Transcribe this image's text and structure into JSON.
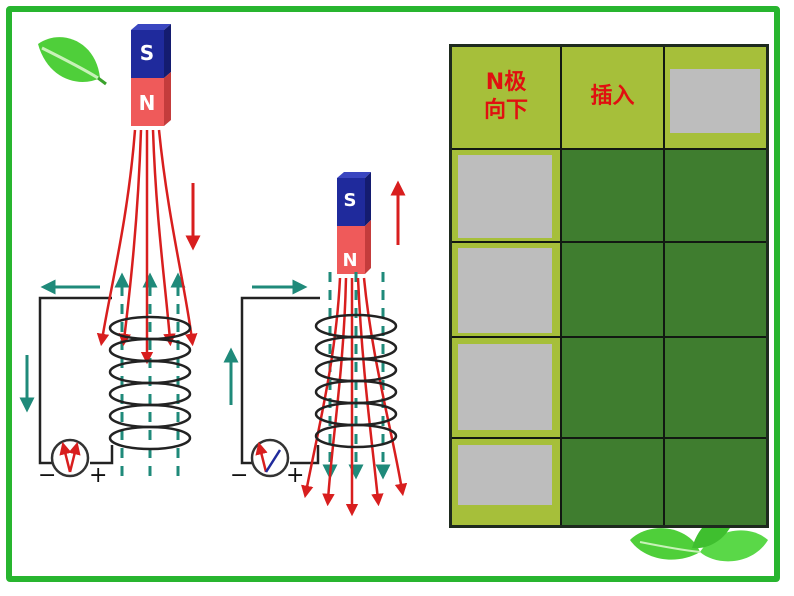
{
  "magnet_left": {
    "top_pole": "S",
    "bottom_pole": "N"
  },
  "magnet_right": {
    "top_pole": "S",
    "bottom_pole": "N"
  },
  "meter_left": {
    "minus": "−",
    "plus": "+"
  },
  "meter_right": {
    "minus": "−",
    "plus": "+"
  },
  "table": {
    "header": [
      "N极\n向下",
      "插入",
      ""
    ],
    "rows": 4
  },
  "colors": {
    "frame": "#28b52f",
    "header": "#a6bf3a",
    "cell": "#3f7d2f",
    "field_line": "#d81e1e",
    "induced": "#1f8a7a",
    "magnet_s": "#1f2a9c",
    "magnet_n": "#ef5a5a"
  }
}
